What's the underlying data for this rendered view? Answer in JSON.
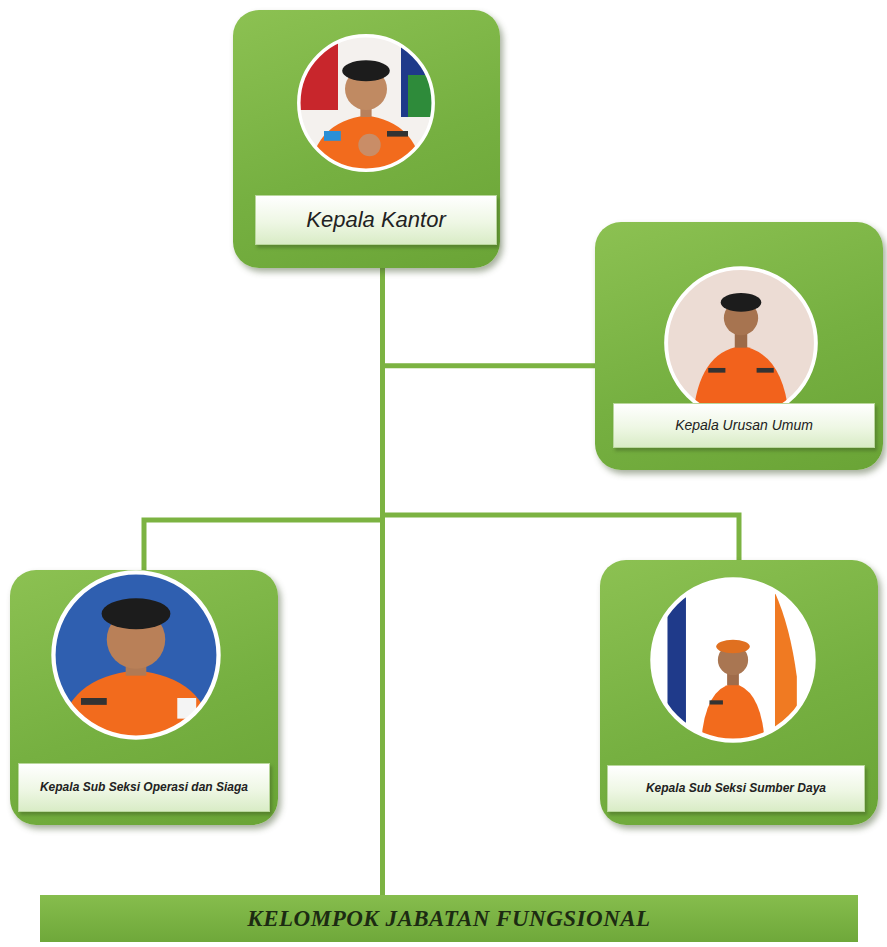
{
  "diagram": {
    "nodes": [
      {
        "text": [
          "Kepala Kantor"
        ]
      },
      {
        "text": [
          "Kepala Urusan Umum"
        ]
      },
      {
        "text": [
          "Kepala Sub Seksi Operasi dan Siaga"
        ]
      },
      {
        "text": [
          "Kepala Sub Seksi Sumber Daya"
        ]
      },
      {
        "text": [
          "KELOMPOK JABATAN FUNGSIONAL"
        ]
      }
    ],
    "edges": [
      {
        "from": 0,
        "to": 1,
        "arrow": "none"
      },
      {
        "from": 0,
        "to": 2,
        "arrow": "none"
      },
      {
        "from": 0,
        "to": 3,
        "arrow": "none"
      },
      {
        "from": 0,
        "to": 4,
        "arrow": "none"
      }
    ]
  }
}
